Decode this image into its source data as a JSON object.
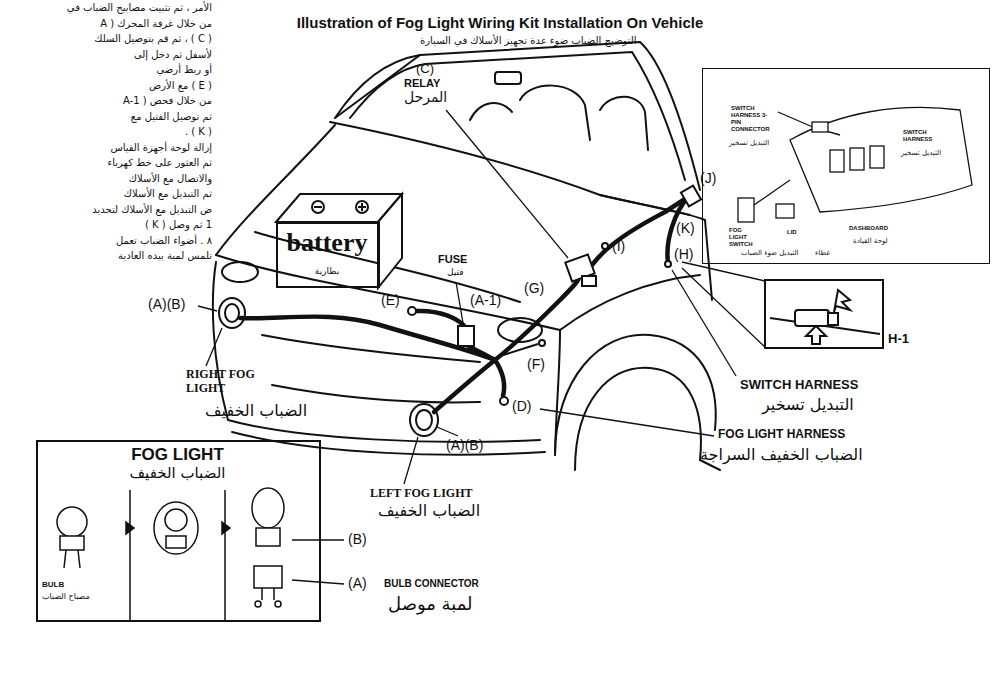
{
  "diagram": {
    "title": "Illustration of Fog Light Wiring Kit Installation On Vehicle",
    "nodes": [
      {
        "text": [
          "battery",
          "بطارية"
        ]
      },
      {
        "text": [
          "FOG LIGHT",
          "الضباب الخفيف",
          "BULB",
          "مصباح الضباب"
        ]
      },
      {
        "text": [
          "SWITCH HARNESS 3-PIN CONNECTOR",
          "التبديل تسخير",
          "SWITCH HARNESS",
          "التبديل تسخير",
          "FOG LIGHT SWITCH",
          "التبديل ضوء الضباب",
          "LID",
          "غطاء",
          "DASHBOARD",
          "لوحة القيادة"
        ]
      }
    ],
    "labels": [
      "التوضيح الضباب ضوء عدة تجهيز الأسلاك في السيارة",
      "الأمر ، ثم تثبيت مصابيح الضباب في",
      "من خلال غرفة المحرك ( A",
      "( C ) ، ثم قم بتوصيل السلك",
      "لأسفل ثم دخل إلى",
      "أو ربط أرضي",
      "( E ) مع الأرض",
      "من خلال فحص ( A-1",
      "ثم توصيل الفتيل مع",
      "( K ) .",
      "إزالة لوحة أجهزة القياس",
      "ثم العثور على خط كهرباء",
      "والاتصال مع الأسلاك",
      "ثم التبديل مع الأسلاك",
      "ض التبديل مع الأسلاك لتحديد",
      "1 ثم وصل ( K )",
      "٨ . أضواء الضباب تعمل",
      "تلمس لمبة بيده العادية",
      "(C)",
      "RELAY",
      "المرحل",
      "FUSE",
      "فتيل",
      "(E)",
      "(A-1)",
      "(G)",
      "(F)",
      "(D)",
      "(I)",
      "(J)",
      "(K)",
      "(H)",
      "H-1",
      "(A)(B)",
      "RIGHT FOG LIGHT",
      "الضباب الخفيف",
      "(A)(B)",
      "LEFT FOG LIGHT",
      "الضباب الخفيف",
      "SWITCH HARNESS",
      "التبديل تسخير",
      "FOG LIGHT HARNESS",
      "الضباب الخفيف السراجة",
      "(B)",
      "(A)",
      "BULB CONNECTOR",
      "لمبة موصل"
    ]
  }
}
